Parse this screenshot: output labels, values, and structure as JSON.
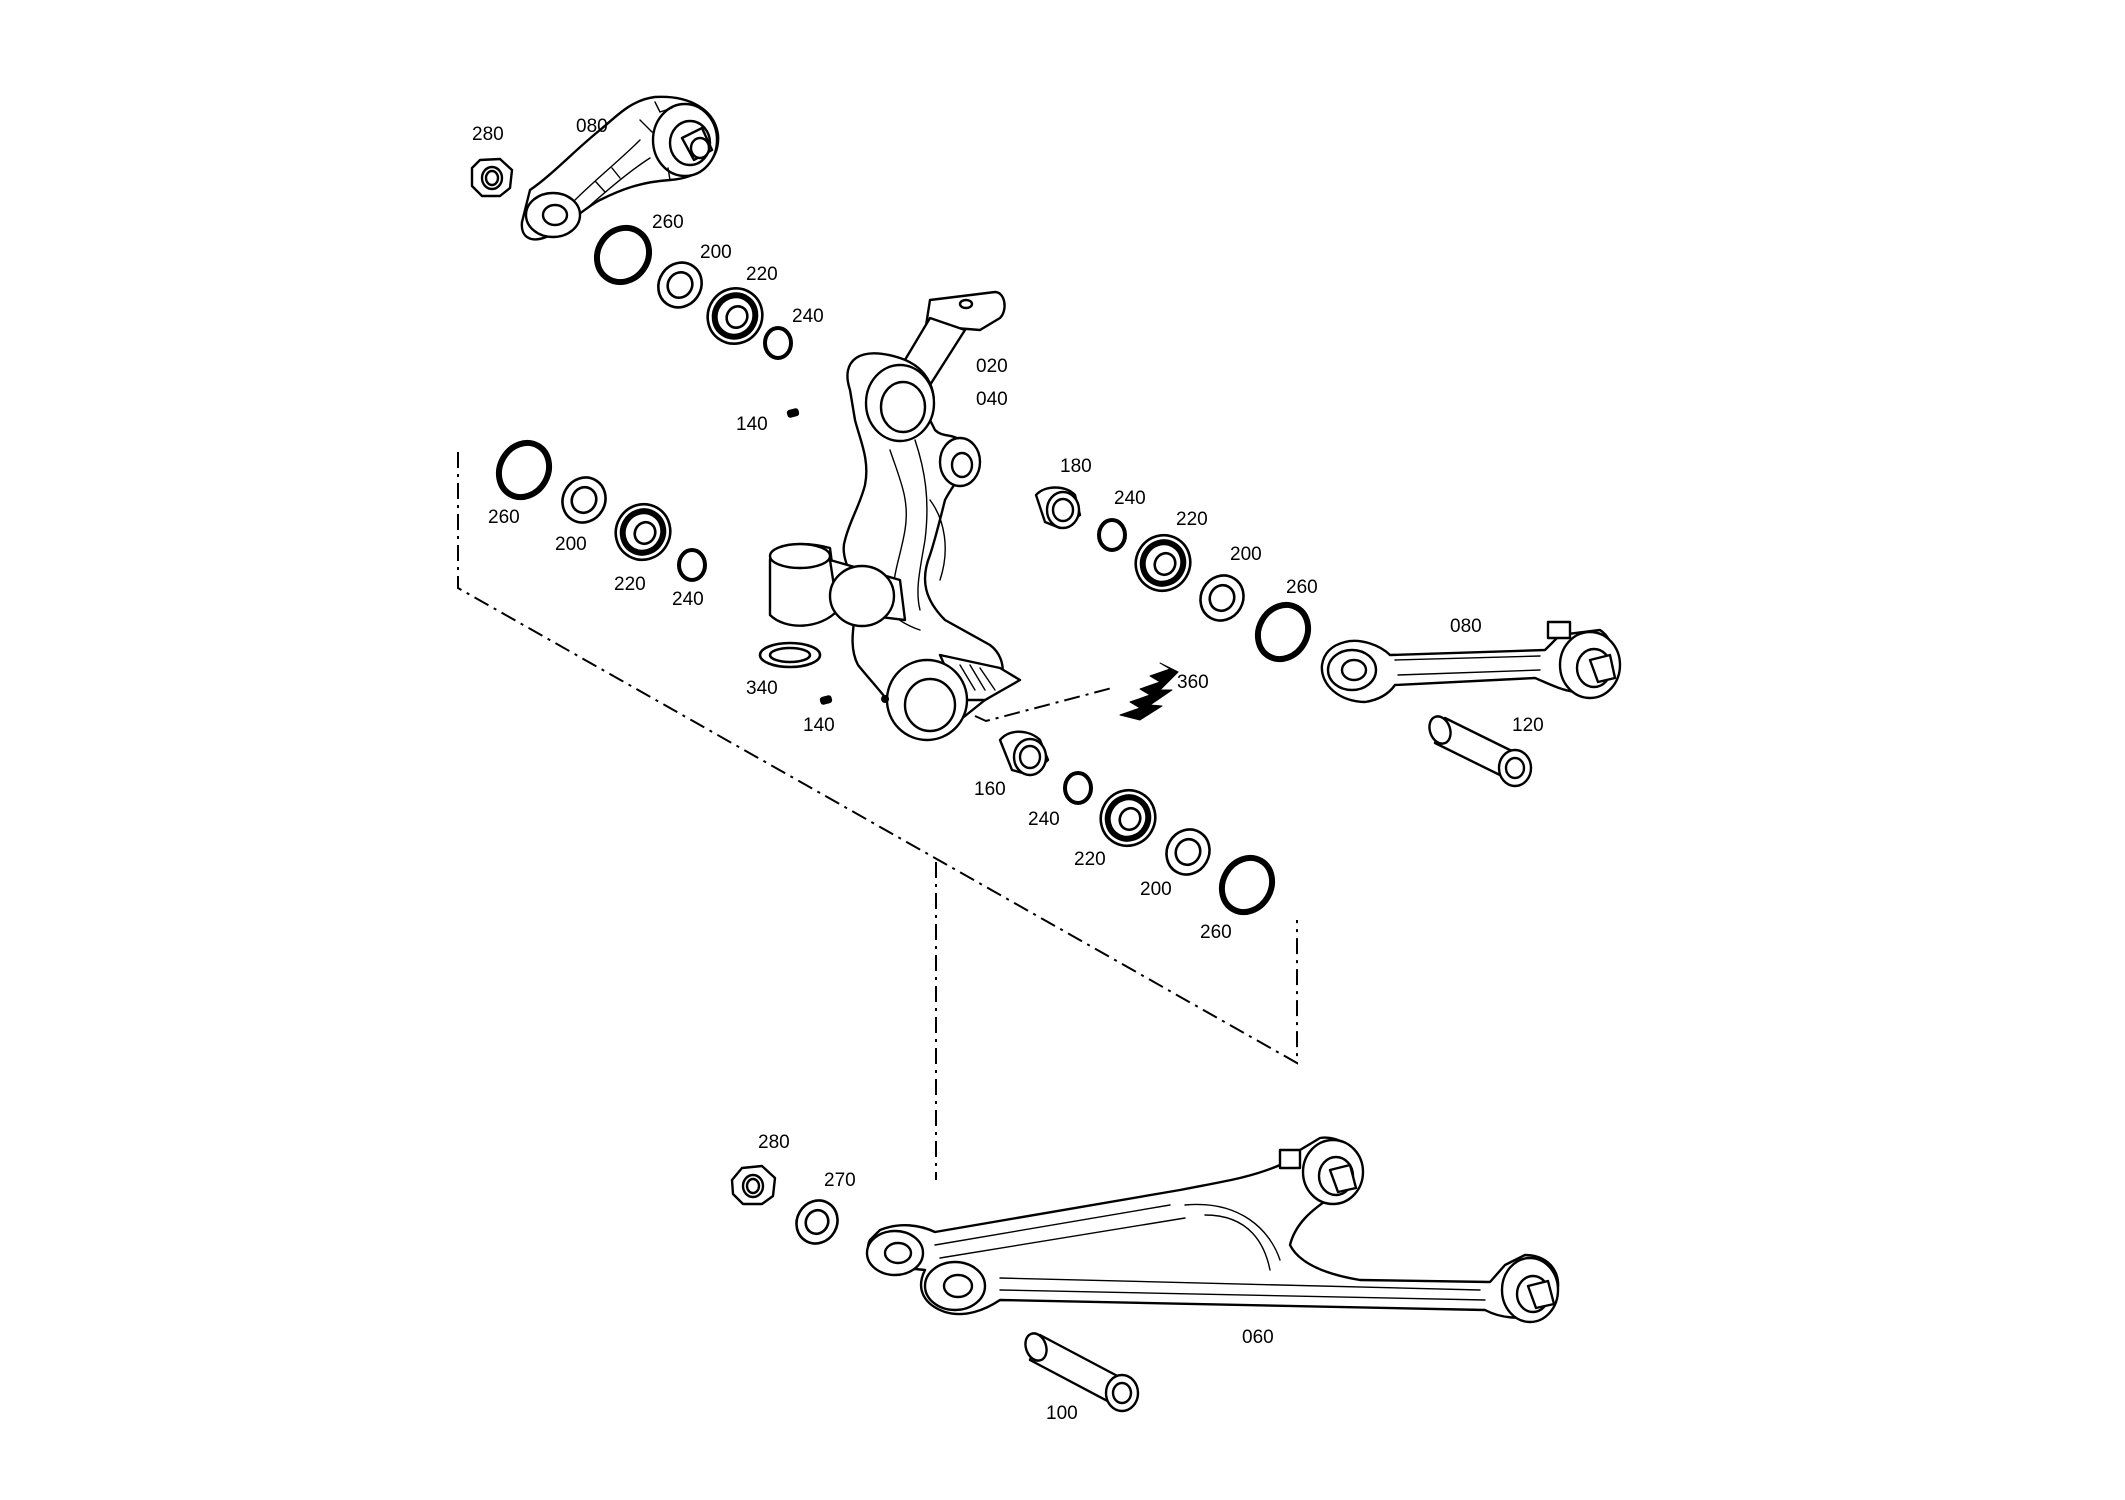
{
  "callouts": {
    "c280_top": "280",
    "c080_top": "080",
    "c260_top": "260",
    "c200_top": "200",
    "c220_top": "220",
    "c240_top": "240",
    "c020": "020",
    "c040": "040",
    "c140_top": "140",
    "c260_left": "260",
    "c200_left": "200",
    "c220_left": "220",
    "c240_left": "240",
    "c340": "340",
    "c140_low": "140",
    "c180": "180",
    "c240_r1": "240",
    "c220_r1": "220",
    "c200_r1": "200",
    "c260_r1": "260",
    "c080_right": "080",
    "c360": "360",
    "c120": "120",
    "c160": "160",
    "c240_r2": "240",
    "c220_r2": "220",
    "c200_r2": "200",
    "c260_r2": "260",
    "c280_low": "280",
    "c270": "270",
    "c060": "060",
    "c100": "100"
  }
}
